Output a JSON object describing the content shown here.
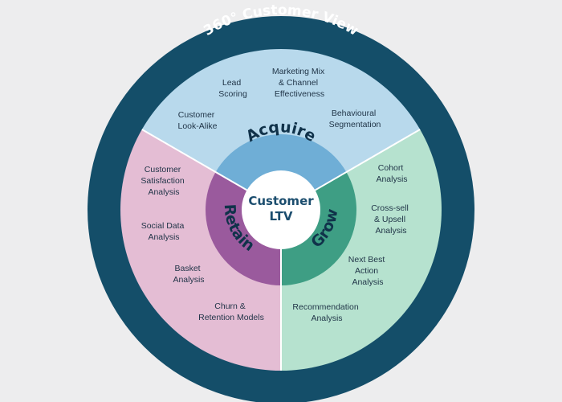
{
  "diagram": {
    "outer_ring_title": "360° Customer View",
    "center": {
      "line1": "Customer",
      "line2": "LTV"
    },
    "colors": {
      "outer_ring": "#144e69",
      "acquire_light": "#b8d9ec",
      "acquire_dark": "#6faed6",
      "retain_light": "#e4bdd4",
      "retain_dark": "#9a5a9d",
      "grow_light": "#b6e2cf",
      "grow_dark": "#3e9e84",
      "center_fill": "#ffffff",
      "separator": "#ffffff"
    },
    "segments": {
      "acquire": {
        "title": "Acquire",
        "items": [
          {
            "lines": [
              "Lead",
              "Scoring"
            ]
          },
          {
            "lines": [
              "Marketing Mix",
              "& Channel",
              "Effectiveness"
            ]
          },
          {
            "lines": [
              "Customer",
              "Look-Alike"
            ]
          },
          {
            "lines": [
              "Behavioural",
              "Segmentation"
            ]
          }
        ]
      },
      "retain": {
        "title": "Retain",
        "items": [
          {
            "lines": [
              "Customer",
              "Satisfaction",
              "Analysis"
            ]
          },
          {
            "lines": [
              "Social Data",
              "Analysis"
            ]
          },
          {
            "lines": [
              "Basket",
              "Analysis"
            ]
          },
          {
            "lines": [
              "Churn &",
              "Retention Models"
            ]
          }
        ]
      },
      "grow": {
        "title": "Grow",
        "items": [
          {
            "lines": [
              "Cohort",
              "Analysis"
            ]
          },
          {
            "lines": [
              "Cross-sell",
              "& Upsell",
              "Analysis"
            ]
          },
          {
            "lines": [
              "Next Best",
              "Action",
              "Analysis"
            ]
          },
          {
            "lines": [
              "Recommendation",
              "Analysis"
            ]
          }
        ]
      }
    }
  }
}
